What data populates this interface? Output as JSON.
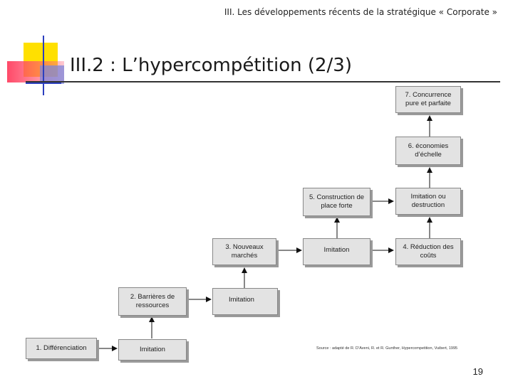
{
  "header": {
    "section_title": "III. Les développements récents de la stratégique « Corporate »"
  },
  "slide": {
    "title": "III.2 : L’hypercompétition (2/3)",
    "page_number": "19",
    "source": "Source : adapté de R. D’Aveni, R. et R. Gunther, Hypercompetition, Vuibert, 1995"
  },
  "diagram": {
    "boxes": {
      "b1": "1. Différenciation",
      "b2": "2. Barrières de ressources",
      "b3": "3. Nouveaux marchés",
      "b4": "4. Réduction des coûts",
      "b5": "5. Construction de place forte",
      "b6": "6. économies d’échelle",
      "b7": "7. Concurrence pure et parfaite",
      "imitation_1": "Imitation",
      "imitation_2": "Imitation",
      "imitation_3": "Imitation",
      "imitation_destruction": "Imitation ou destruction"
    }
  },
  "colors": {
    "box_fill": "#e3e3e3",
    "box_shadow": "#9a9a9a",
    "deco_yellow": "#ffe000",
    "deco_red": "#ff4060",
    "deco_blue": "#2b3fbf"
  }
}
